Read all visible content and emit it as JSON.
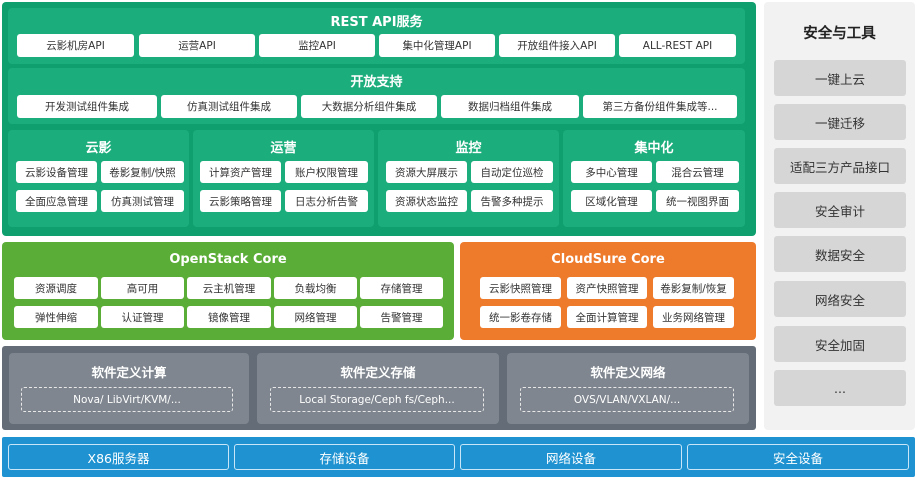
{
  "rest_api": {
    "title": "REST API服务",
    "items": [
      "云影机房API",
      "运营API",
      "监控API",
      "集中化管理API",
      "开放组件接入API",
      "ALL-REST API"
    ]
  },
  "open_support": {
    "title": "开放支持",
    "items": [
      "开发测试组件集成",
      "仿真测试组件集成",
      "大数据分析组件集成",
      "数据归档组件集成",
      "第三方备份组件集成等..."
    ]
  },
  "modules": [
    {
      "title": "云影",
      "items": [
        "云影设备管理",
        "卷影复制/快照",
        "全面应急管理",
        "仿真测试管理"
      ]
    },
    {
      "title": "运营",
      "items": [
        "计算资产管理",
        "账户权限管理",
        "云影策略管理",
        "日志分析告警"
      ]
    },
    {
      "title": "监控",
      "items": [
        "资源大屏展示",
        "自动定位巡检",
        "资源状态监控",
        "告警多种提示"
      ]
    },
    {
      "title": "集中化",
      "items": [
        "多中心管理",
        "混合云管理",
        "区域化管理",
        "统一视图界面"
      ]
    }
  ],
  "openstack": {
    "title": "OpenStack Core",
    "items": [
      "资源调度",
      "高可用",
      "云主机管理",
      "负载均衡",
      "存储管理",
      "弹性伸缩",
      "认证管理",
      "镜像管理",
      "网络管理",
      "告警管理"
    ]
  },
  "cloudsure": {
    "title": "CloudSure Core",
    "items": [
      "云影快照管理",
      "资产快照管理",
      "卷影复制/恢复",
      "统一影卷存储",
      "全面计算管理",
      "业务网络管理"
    ]
  },
  "software_defined": [
    {
      "title": "软件定义计算",
      "detail": "Nova/ LibVirt/KVM/..."
    },
    {
      "title": "软件定义存储",
      "detail": "Local Storage/Ceph fs/Ceph..."
    },
    {
      "title": "软件定义网络",
      "detail": "OVS/VLAN/VXLAN/..."
    }
  ],
  "hardware": [
    "X86服务器",
    "存储设备",
    "网络设备",
    "安全设备"
  ],
  "security": {
    "title": "安全与工具",
    "items": [
      "一键上云",
      "一键迁移",
      "适配三方产品接口",
      "安全审计",
      "数据安全",
      "网络安全",
      "安全加固",
      "..."
    ]
  },
  "colors": {
    "green_dark": "#0f9f6e",
    "green_band": "#1cad7d",
    "openstack_green": "#5aad36",
    "cloudsure_orange": "#ee7a2c",
    "software_gray": "#646d77",
    "hardware_blue": "#1f93d1",
    "panel_gray": "#f2f2f2"
  }
}
